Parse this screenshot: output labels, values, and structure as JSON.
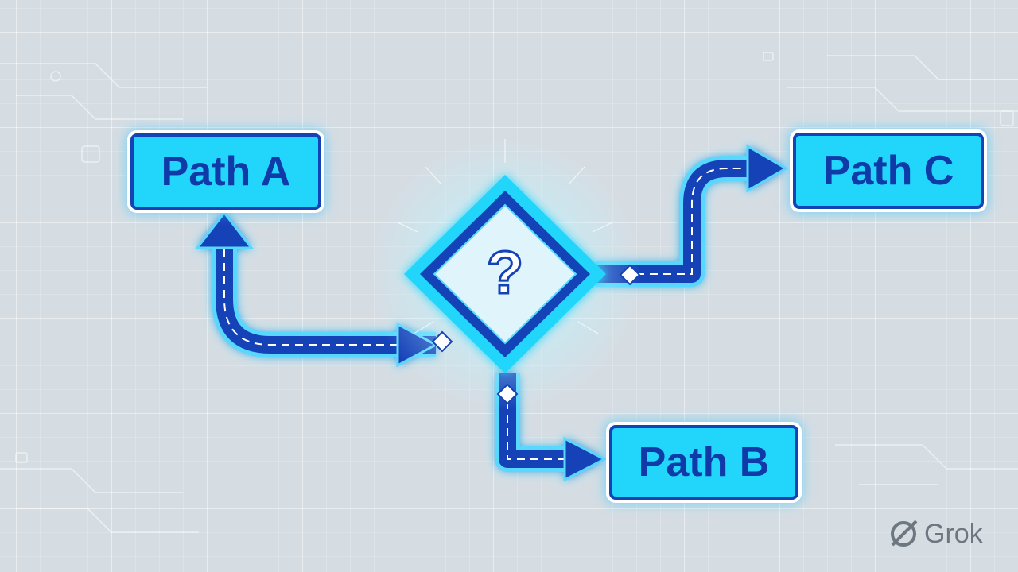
{
  "nodes": {
    "path_a": "Path A",
    "path_b": "Path B",
    "path_c": "Path C"
  },
  "decision": {
    "symbol": "?"
  },
  "watermark": {
    "text": "Grok",
    "icon": "grok-logo-icon"
  },
  "colors": {
    "background": "#d5dde3",
    "node_fill": "#22d6fb",
    "node_border": "#1443b8",
    "arrow": "#1443b8",
    "glow": "#3cc8ff",
    "text": "#0f3aa8"
  }
}
